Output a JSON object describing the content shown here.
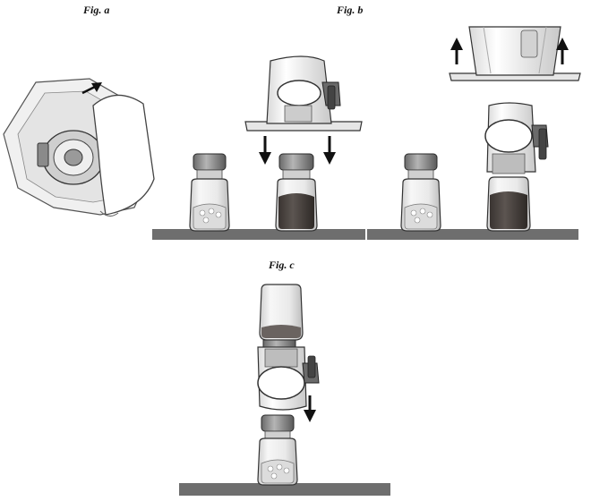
{
  "figures": {
    "a": {
      "label": "Fig. a"
    },
    "b": {
      "label": "Fig. b"
    },
    "c": {
      "label": "Fig. c"
    }
  },
  "colors": {
    "table": "#6e6e6e",
    "liquid": "#4a4440",
    "powder": "#d8d8d8",
    "outline": "#2a2a2a",
    "arrow": "#111111"
  },
  "icons": {
    "up_arrow": "up-arrow-icon",
    "down_arrow": "down-arrow-icon",
    "curved_arrow": "peel-arrow-icon"
  }
}
